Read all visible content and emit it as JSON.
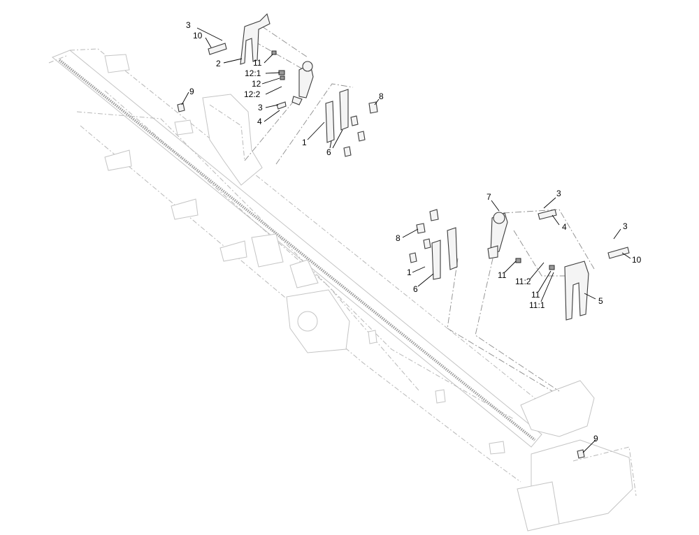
{
  "callouts": {
    "c3a": "3",
    "c10a": "10",
    "c2": "2",
    "c11a": "11",
    "c12_1": "12:1",
    "c12": "12",
    "c12_2": "12:2",
    "c3b": "3",
    "c4a": "4",
    "c9a": "9",
    "c8a": "8",
    "c1a": "1",
    "c6a": "6",
    "c7": "7",
    "c3c": "3",
    "c4b": "4",
    "c8b": "8",
    "c1b": "1",
    "c6b": "6",
    "c11b": "11",
    "c11_2": "11:2",
    "c11c": "11",
    "c11_1": "11:1",
    "c3d": "3",
    "c10b": "10",
    "c5": "5",
    "c9b": "9"
  },
  "colors": {
    "frame_line": "#b8b8b8",
    "part_line": "#3a3a3a",
    "part_fill": "#f4f4f4",
    "part_shade": "#9a9a9a",
    "phantom_line": "#8c8c8c",
    "text": "#000000"
  }
}
